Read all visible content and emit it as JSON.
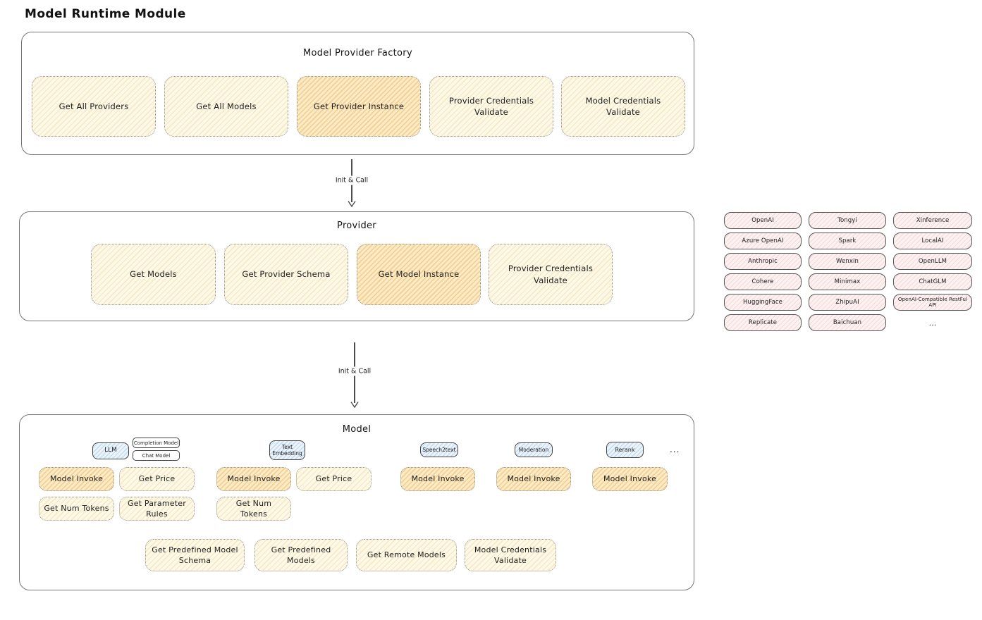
{
  "title": "Model Runtime Module",
  "colors": {
    "action_fill": "#fdf9ea",
    "action_hatch": "#e9c468",
    "highlight_fill": "#faeccb",
    "highlight_hatch": "#f0aa3c",
    "provider_chip_fill": "#fdf2f2",
    "provider_chip_hatch": "#e17878",
    "model_type_fill": "#ecf4fb",
    "model_type_hatch": "#78aad7",
    "panel_stroke": "#757575",
    "text": "#1d1d1d"
  },
  "factory": {
    "title": "Model Provider Factory",
    "buttons": [
      {
        "label": "Get All Providers"
      },
      {
        "label": "Get All Models"
      },
      {
        "label": "Get Provider Instance"
      },
      {
        "label": "Provider Credentials Validate"
      },
      {
        "label": "Model Credentials Validate"
      }
    ]
  },
  "arrow1": {
    "label": "Init & Call"
  },
  "arrow2": {
    "label": "Init & Call"
  },
  "provider": {
    "title": "Provider",
    "buttons": [
      {
        "label": "Get Models"
      },
      {
        "label": "Get Provider Schema"
      },
      {
        "label": "Get Model Instance"
      },
      {
        "label": "Provider Credentials Validate"
      }
    ]
  },
  "providers": {
    "rows": [
      [
        "OpenAI",
        "Tongyi",
        "Xinference"
      ],
      [
        "Azure OpenAI",
        "Spark",
        "LocalAI"
      ],
      [
        "Anthropic",
        "Wenxin",
        "OpenLLM"
      ],
      [
        "Cohere",
        "Minimax",
        "ChatGLM"
      ],
      [
        "HuggingFace",
        "ZhipuAI",
        "OpenAI-Compatible RestFul API"
      ],
      [
        "Replicate",
        "Baichuan",
        "..."
      ]
    ]
  },
  "model": {
    "title": "Model",
    "type_tags": [
      "LLM",
      "Completion Model",
      "Chat Model",
      "Text Embedding",
      "Speech2text",
      "Moderation",
      "Rerank"
    ],
    "more_types": "...",
    "ops_row1": [
      "Model Invoke",
      "Get Price",
      "Model Invoke",
      "Get Price",
      "Model Invoke",
      "Model Invoke",
      "Model Invoke"
    ],
    "ops_row2": [
      "Get Num Tokens",
      "Get Parameter Rules",
      "Get Num Tokens"
    ],
    "bottom_buttons": [
      "Get Predefined Model Schema",
      "Get Predefined Models",
      "Get Remote Models",
      "Model Credentials Validate"
    ]
  }
}
